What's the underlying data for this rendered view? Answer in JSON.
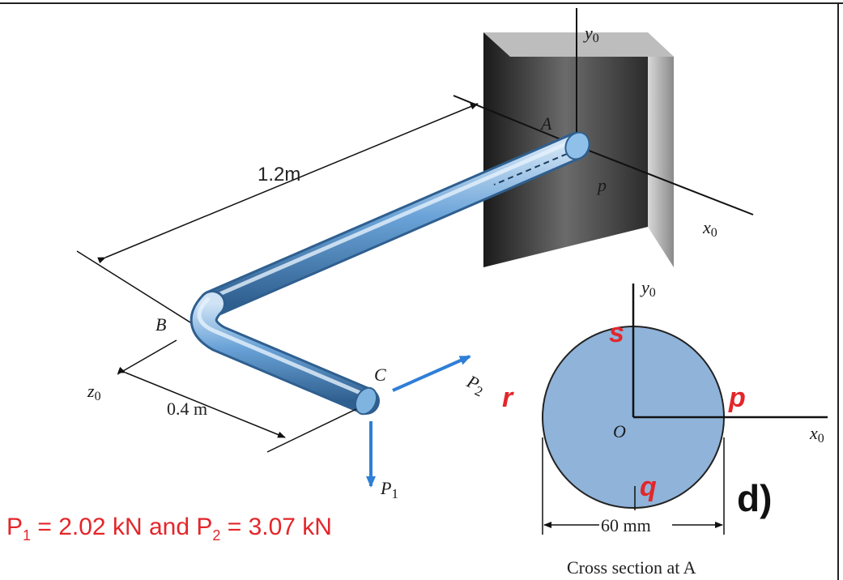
{
  "figure": {
    "labels": {
      "length_ab": "1.2m",
      "length_bc": "0.4 m",
      "point_a": "A",
      "point_b": "B",
      "point_c": "C",
      "point_p_top": "p",
      "axis_y0": "y",
      "axis_x0": "x",
      "axis_z0": "z",
      "axis_sub": "0",
      "force_p1": "P",
      "force_p1_sub": "1",
      "force_p2": "P",
      "force_p2_sub": "2"
    },
    "cross_section": {
      "axis_y0": "y",
      "axis_x0": "x",
      "axis_sub": "0",
      "center": "O",
      "point_s": "s",
      "point_p": "p",
      "point_r": "r",
      "point_q": "q",
      "diameter": "60 mm",
      "caption": "Cross section at A"
    },
    "given": {
      "p1_label": "P",
      "p1_sub": "1",
      "p1_value": " = 2.02 kN and ",
      "p2_label": "P",
      "p2_sub": "2",
      "p2_value": " = 3.07 kN"
    },
    "panel_tag": "d)",
    "colors": {
      "pipe": "#6aa3d8",
      "arrow_force": "#2f7fd6",
      "red_text": "#e3262a",
      "section_fill": "#8fb3d9"
    }
  }
}
